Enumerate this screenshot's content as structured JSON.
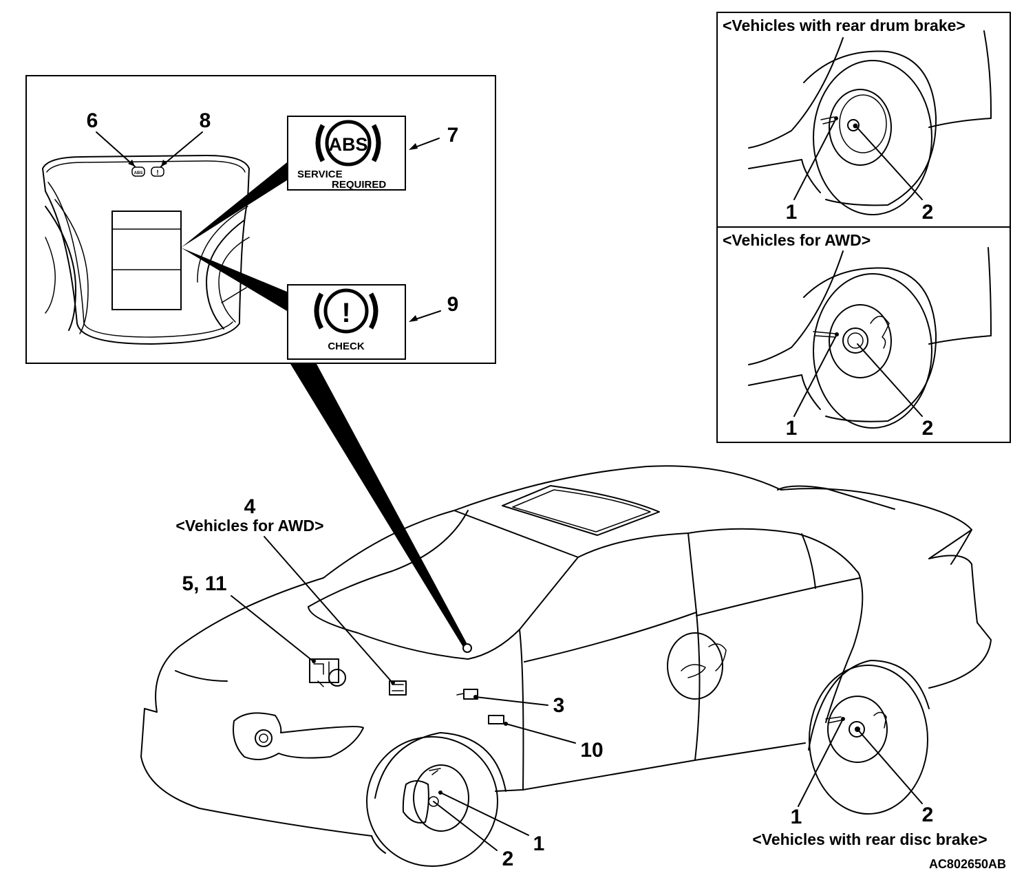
{
  "figure_code": "AC802650AB",
  "cluster_labels": {
    "abs_lamp": "6",
    "brake_lamp": "8",
    "abs_panel": "7",
    "check_panel": "9"
  },
  "abs_panel": {
    "icon_text": "ABS",
    "line1": "SERVICE",
    "line2": "REQUIRED"
  },
  "check_panel": {
    "icon_text": "!",
    "line1": "CHECK"
  },
  "inset_drum": {
    "title": "<Vehicles with rear drum brake>",
    "label_1": "1",
    "label_2": "2"
  },
  "inset_awd": {
    "title": "<Vehicles for AWD>",
    "label_1": "1",
    "label_2": "2"
  },
  "vehicle_labels": {
    "front_sensor": "1",
    "front_rotor": "2",
    "switch": "3",
    "awd_num": "4",
    "awd_caption": "<Vehicles for AWD>",
    "hcu": "5, 11",
    "relay": "10",
    "rear_sensor": "1",
    "rear_rotor": "2",
    "rear_caption": "<Vehicles with rear disc brake>"
  }
}
